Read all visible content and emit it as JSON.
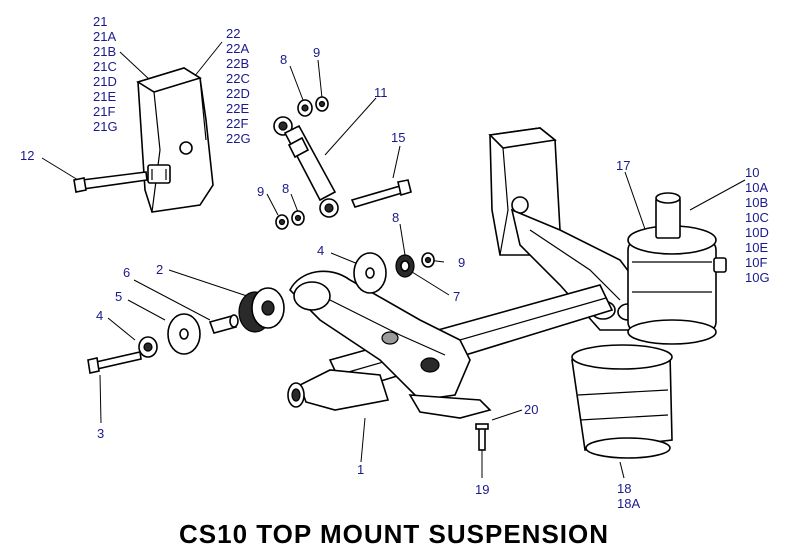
{
  "title": "CS10 TOP MOUNT SUSPENSION",
  "labels": {
    "l21": [
      "21",
      "21A",
      "21B",
      "21C",
      "21D",
      "21E",
      "21F",
      "21G"
    ],
    "l22": [
      "22",
      "22A",
      "22B",
      "22C",
      "22D",
      "22E",
      "22F",
      "22G"
    ],
    "l10": [
      "10",
      "10A",
      "10B",
      "10C",
      "10D",
      "10E",
      "10F",
      "10G"
    ],
    "l18": [
      "18",
      "18A"
    ],
    "l12": "12",
    "l8a": "8",
    "l9a": "9",
    "l11": "11",
    "l15": "15",
    "l9b": "9",
    "l8b": "8",
    "l17": "17",
    "l8c": "8",
    "l9c": "9",
    "l4a": "4",
    "l7": "7",
    "l6": "6",
    "l2": "2",
    "l5": "5",
    "l4b": "4",
    "l3": "3",
    "l1": "1",
    "l20": "20",
    "l19": "19"
  },
  "colors": {
    "label": "#1a1a8c",
    "title": "#000000",
    "line": "#000000"
  }
}
